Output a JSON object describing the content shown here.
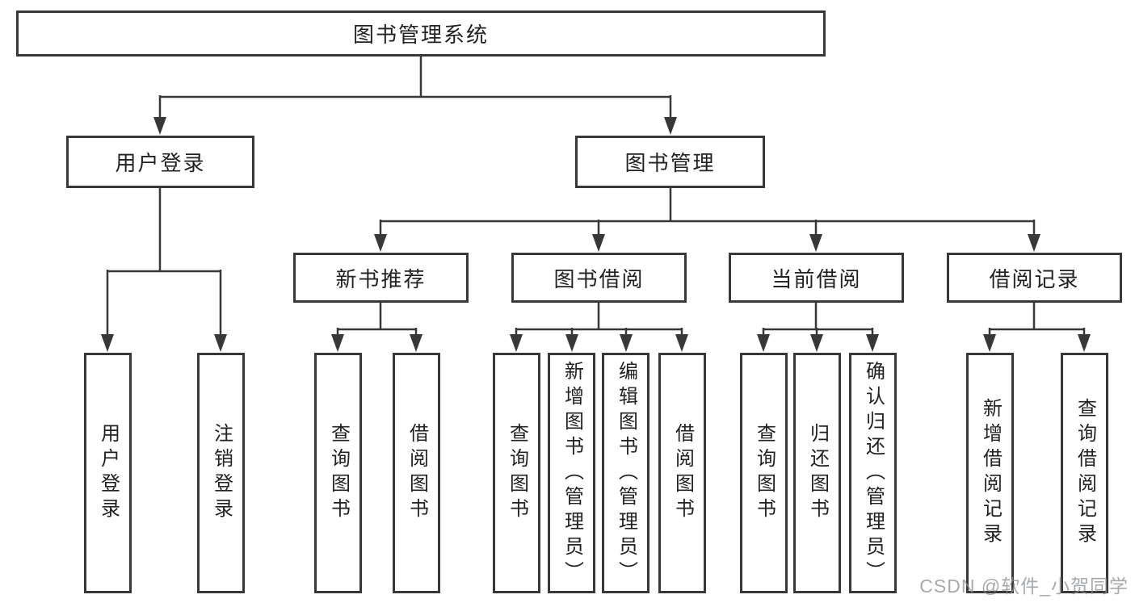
{
  "root": {
    "label": "图书管理系统"
  },
  "branches": {
    "user_login": {
      "label": "用户登录",
      "children": [
        "用户登录",
        "注销登录"
      ]
    },
    "book_management": {
      "label": "图书管理"
    }
  },
  "modules": [
    {
      "label": "新书推荐",
      "children": [
        "查询图书",
        "借阅图书"
      ]
    },
    {
      "label": "图书借阅",
      "children": [
        "查询图书",
        "新增图书（管理员）",
        "编辑图书（管理员）",
        "借阅图书"
      ]
    },
    {
      "label": "当前借阅",
      "children": [
        "查询图书",
        "归还图书",
        "确认归还（管理员）"
      ]
    },
    {
      "label": "借阅记录",
      "children": [
        "新增借阅记录",
        "查询借阅记录"
      ]
    }
  ],
  "watermark": "CSDN @软件_小贺同学",
  "colors": {
    "line": "#383838",
    "border": "#383838",
    "text": "#222222",
    "watermark": "#a8a8a8",
    "background": "#ffffff"
  }
}
